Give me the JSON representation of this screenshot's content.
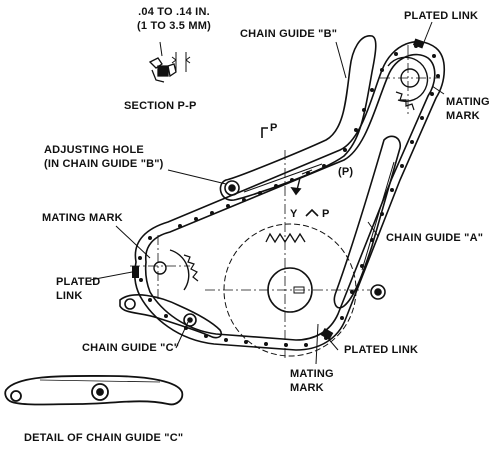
{
  "labels": {
    "clearance_line1": ".04 TO .14 IN.",
    "clearance_line2": "(1 TO 3.5 MM)",
    "section": "SECTION P-P",
    "guide_b": "CHAIN GUIDE \"B\"",
    "plated_link_top": "PLATED LINK",
    "mating_mark_right_1": "MATING",
    "mating_mark_right_2": "MARK",
    "adjusting_hole_1": "ADJUSTING HOLE",
    "adjusting_hole_2": "(IN CHAIN GUIDE \"B\")",
    "p_ref": "(P)",
    "mating_mark_left": "MATING MARK",
    "guide_a": "CHAIN GUIDE \"A\"",
    "plated_link_left_1": "PLATED",
    "plated_link_left_2": "LINK",
    "guide_c": "CHAIN GUIDE \"C\"",
    "plated_link_bottom": "PLATED LINK",
    "mating_mark_bottom_1": "MATING",
    "mating_mark_bottom_2": "MARK",
    "detail_c": "DETAIL OF CHAIN GUIDE \"C\"",
    "p_upper": "P",
    "y_letter": "Y",
    "p_lower": "P"
  },
  "colors": {
    "ink": "#111111",
    "paper": "#ffffff"
  }
}
